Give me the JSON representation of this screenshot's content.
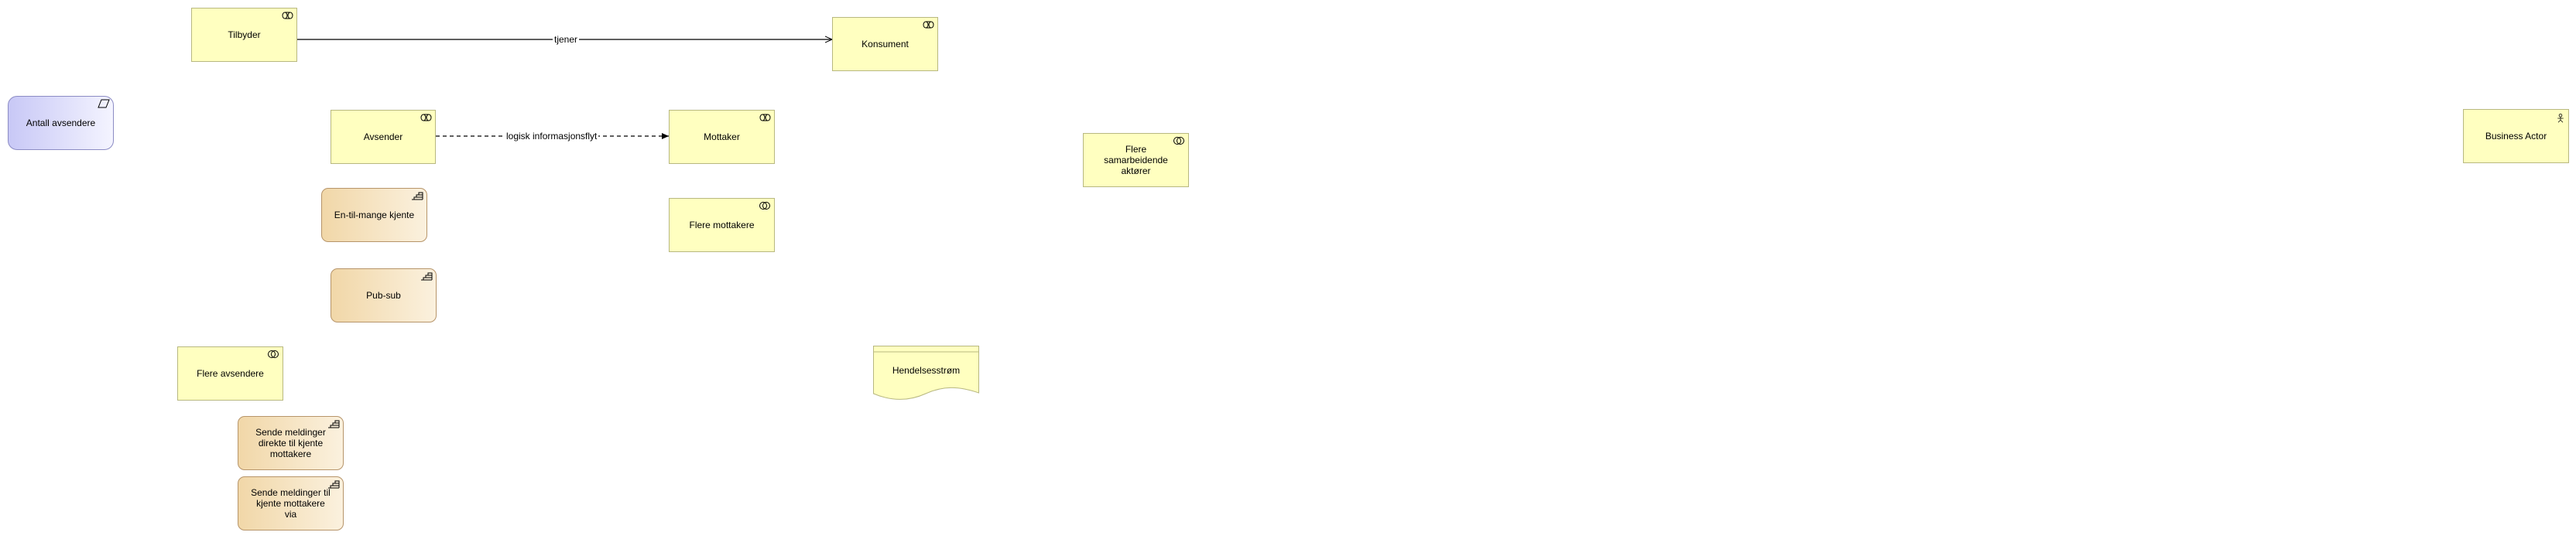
{
  "elements": {
    "tilbyder": "Tilbyder",
    "konsument": "Konsument",
    "antall_avsendere": "Antall avsendere",
    "avsender": "Avsender",
    "mottaker": "Mottaker",
    "en_til_mange": "En-til-mange kjente",
    "flere_mottakere": "Flere mottakere",
    "pub_sub": "Pub-sub",
    "flere_samarbeidende_aktorer": "Flere samarbeidende aktører",
    "business_actor": "Business Actor",
    "flere_avsendere": "Flere avsendere",
    "hendelsesstrom": "Hendelsesstrøm",
    "sende_direkte": "Sende meldinger direkte til kjente mottakere",
    "sende_via": "Sende meldinger til kjente mottakere via"
  },
  "relationships": {
    "tjener": "tjener",
    "logisk_informasjonsflyt": "logisk informasjonsflyt"
  },
  "colors": {
    "business_yellow": "#ffffc0",
    "process_gradient_start": "#f1d7a8",
    "assessment_gradient_start": "#c8c8f6",
    "line": "#000000"
  }
}
